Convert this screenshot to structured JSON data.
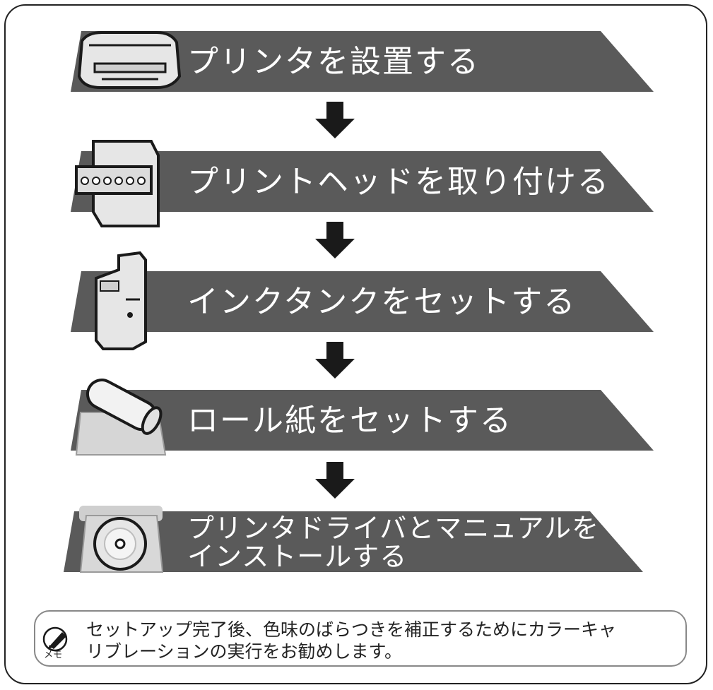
{
  "steps": [
    {
      "label": "プリンタを設置する",
      "icon": "printer-icon"
    },
    {
      "label": "プリントヘッドを取り付ける",
      "icon": "printhead-icon"
    },
    {
      "label": "インクタンクをセットする",
      "icon": "ink-tank-icon"
    },
    {
      "label": "ロール紙をセットする",
      "icon": "roll-paper-icon"
    },
    {
      "label_line1": "プリンタドライバとマニュアルを",
      "label_line2": "インストールする",
      "icon": "cd-rom-icon"
    }
  ],
  "memo": {
    "caption": "メモ",
    "line1": "セットアップ完了後、色味のばらつきを補正するためにカラーキャ",
    "line2": "リブレーションの実行をお勧めします。",
    "icon": "pencil-icon"
  },
  "colors": {
    "banner": "#5a5a5a",
    "arrow": "#1a1a1a",
    "icon_fill": "#e6e6e6",
    "icon_stroke": "#1a1a1a"
  }
}
